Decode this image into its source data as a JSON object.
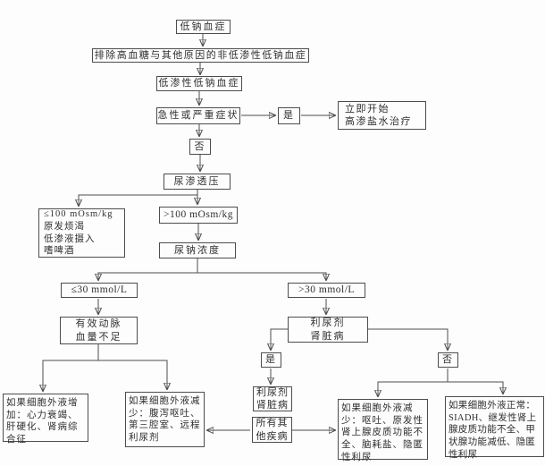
{
  "colors": {
    "bg": "#fdfdfd",
    "line": "#4d4d4d",
    "text": "#2f2f2f"
  },
  "nodes": {
    "hyponatremia": {
      "label": "低钠血症"
    },
    "exclude": {
      "label": "排除高血糖与其他原因的非低渗性低钠血症"
    },
    "hypotonic": {
      "label": "低渗性低钠血症"
    },
    "acute_severe": {
      "label": "急性或严重症状"
    },
    "yes1": {
      "label": "是"
    },
    "saline_treatment": {
      "lines": [
        "立即开始",
        "高渗盐水治疗"
      ]
    },
    "no1": {
      "label": "否"
    },
    "urine_osmolality": {
      "label": "尿渗透压"
    },
    "low_osmolality": {
      "lines": [
        "≤100 mOsm/kg",
        "原发烦渴",
        "低渗液摄入",
        "嗜啤酒"
      ]
    },
    "high_osmolality": {
      "label": ">100 mOsm/kg"
    },
    "urine_sodium": {
      "label": "尿钠浓度"
    },
    "low_sodium": {
      "label": "≤30 mmol/L"
    },
    "high_sodium": {
      "label": ">30 mmol/L"
    },
    "eabv": {
      "lines": [
        "有效动脉",
        "血量不足"
      ]
    },
    "diuretics_kidney": {
      "lines": [
        "利尿剂",
        "肾脏病"
      ]
    },
    "yes2": {
      "label": "是"
    },
    "no2": {
      "label": "否"
    },
    "diuretics_kidney2": {
      "lines": [
        "利尿剂",
        "肾脏病"
      ]
    },
    "all_other_diseases": {
      "lines": [
        "所有其",
        "他疾病"
      ]
    },
    "ecf_increased": {
      "label": "如果细胞外液增加：心力衰竭、肝硬化、肾病综合征"
    },
    "ecf_decreased_gi": {
      "label": "如果细胞外液减少：腹泻呕吐、第三腔室、远程利尿剂"
    },
    "ecf_decreased_other": {
      "label": "如果细胞外液减少：呕吐、原发性肾上腺皮质功能不全、脑耗盐、隐匿性利尿"
    },
    "ecf_normal": {
      "label": "如果细胞外液正常：SIADH、继发性肾上腺皮质功能不全、甲状腺功能减低、隐匿性利尿"
    }
  }
}
